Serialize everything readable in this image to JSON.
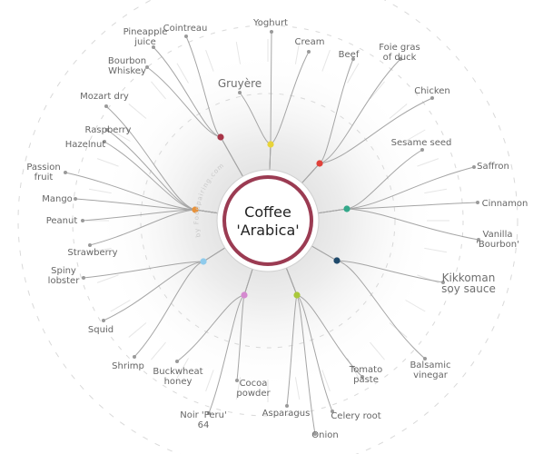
{
  "center": {
    "title_line1": "Coffee",
    "title_line2": "'Arabica'",
    "ring_color": "#9b3b52"
  },
  "watermark": "by Foodpairing.com",
  "accent_colors": {
    "line": "#a5a5a5",
    "label": "#666666",
    "guide": "#d9d9d9"
  },
  "branches": [
    {
      "color": "#a83548",
      "ingredients": [
        {
          "label": [
            "Cointreau"
          ]
        },
        {
          "label": [
            "Pineapple",
            "juice"
          ]
        },
        {
          "label": [
            "Bourbon",
            "Whiskey"
          ]
        }
      ]
    },
    {
      "color": "#e8d43a",
      "ingredients": [
        {
          "label": [
            "Yoghurt"
          ]
        },
        {
          "label": [
            "Cream"
          ]
        },
        {
          "label": [
            "Gruyère"
          ],
          "big": true
        }
      ]
    },
    {
      "color": "#e0413a",
      "ingredients": [
        {
          "label": [
            "Beef"
          ]
        },
        {
          "label": [
            "Foie gras",
            "of duck"
          ]
        },
        {
          "label": [
            "Chicken"
          ]
        }
      ]
    },
    {
      "color": "#34a88a",
      "ingredients": [
        {
          "label": [
            "Sesame seed"
          ]
        },
        {
          "label": [
            "Saffron"
          ]
        },
        {
          "label": [
            "Cinnamon"
          ]
        },
        {
          "label": [
            "Vanilla",
            "'Bourbon'"
          ]
        }
      ]
    },
    {
      "color": "#1f4a6b",
      "ingredients": [
        {
          "label": [
            "Kikkoman",
            "soy sauce"
          ],
          "big": true
        },
        {
          "label": [
            "Balsamic",
            "vinegar"
          ]
        }
      ]
    },
    {
      "color": "#a9c83a",
      "ingredients": [
        {
          "label": [
            "Tomato",
            "paste"
          ]
        },
        {
          "label": [
            "Celery root"
          ]
        },
        {
          "label": [
            "Onion"
          ]
        },
        {
          "label": [
            "Asparagus"
          ]
        }
      ]
    },
    {
      "color": "#d58ad0",
      "ingredients": [
        {
          "label": [
            "Cocoa",
            "powder"
          ]
        },
        {
          "label": [
            "Noir 'Peru'",
            "64"
          ]
        },
        {
          "label": [
            "Buckwheat",
            "honey"
          ]
        }
      ]
    },
    {
      "color": "#8fcbec",
      "ingredients": [
        {
          "label": [
            "Shrimp"
          ]
        },
        {
          "label": [
            "Squid"
          ]
        },
        {
          "label": [
            "Spiny",
            "lobster"
          ]
        }
      ]
    },
    {
      "color": "#e8923a",
      "ingredients": [
        {
          "label": [
            "Strawberry"
          ]
        },
        {
          "label": [
            "Peanut"
          ]
        },
        {
          "label": [
            "Mango"
          ]
        },
        {
          "label": [
            "Passion",
            "fruit"
          ]
        },
        {
          "label": [
            "Hazelnut"
          ]
        },
        {
          "label": [
            "Raspberry"
          ]
        },
        {
          "label": [
            "Mozart dry"
          ]
        }
      ]
    }
  ]
}
